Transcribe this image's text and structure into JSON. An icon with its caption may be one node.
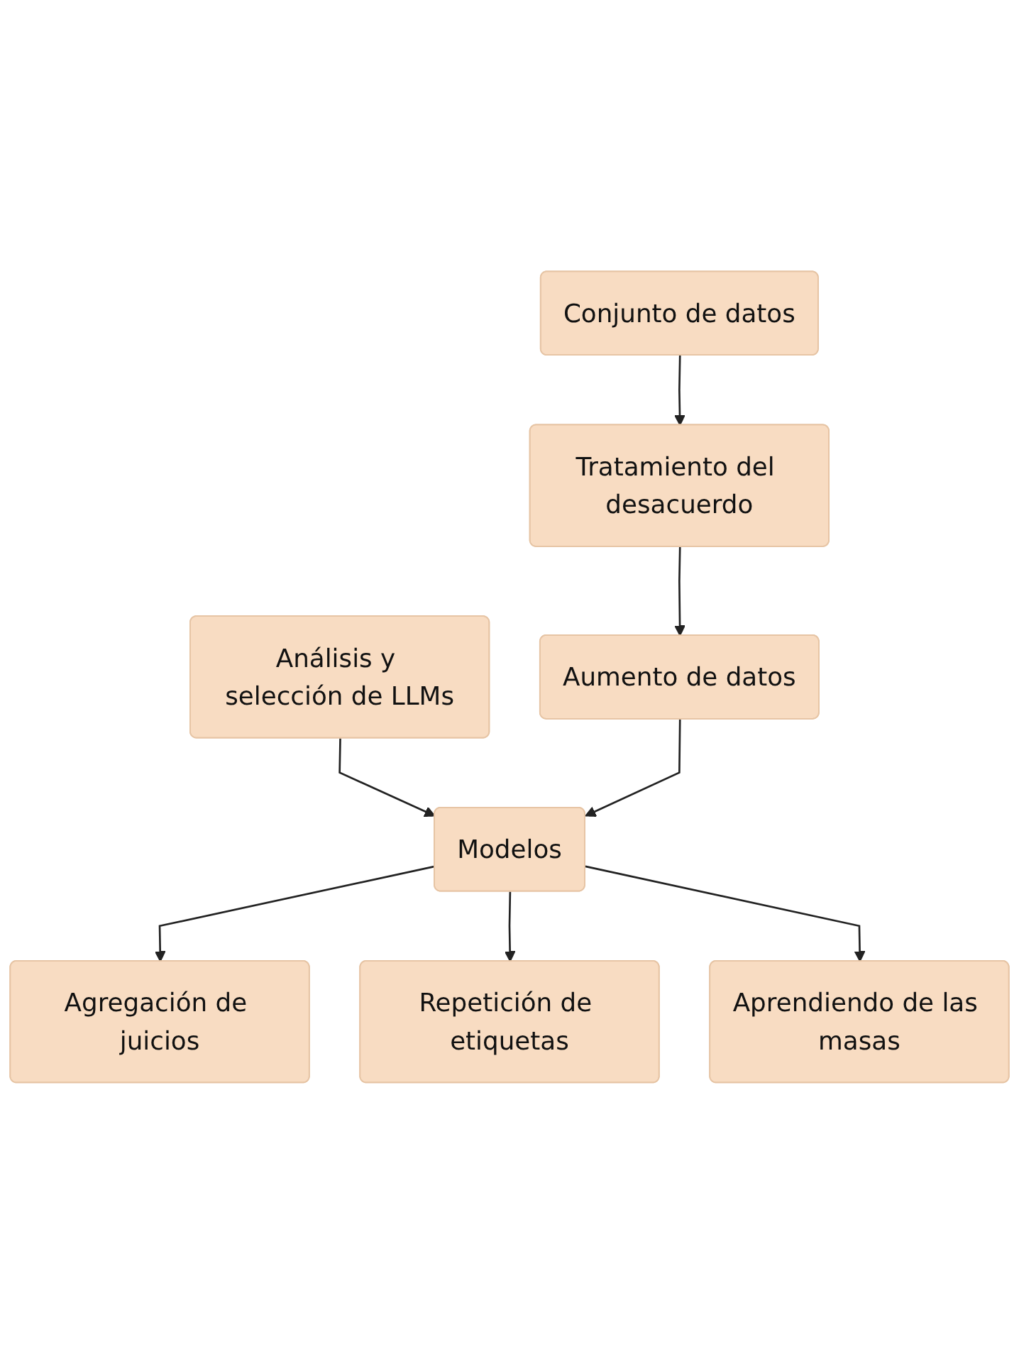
{
  "diagram": {
    "nodes": [
      {
        "text": [
          "Análisis y selección de LLMs"
        ]
      },
      {
        "text": [
          "Conjunto de datos"
        ]
      },
      {
        "text": [
          "Tratamiento del desacuerdo"
        ]
      },
      {
        "text": [
          "Aumento de datos"
        ]
      },
      {
        "text": [
          "Modelos"
        ]
      },
      {
        "text": [
          "Agregación de juicios"
        ]
      },
      {
        "text": [
          "Repetición de etiquetas"
        ]
      },
      {
        "text": [
          "Aprendiendo de las masas"
        ]
      }
    ],
    "edges": [
      {
        "from": 1,
        "to": 2,
        "arrow": "to"
      },
      {
        "from": 2,
        "to": 3,
        "arrow": "to"
      },
      {
        "from": 0,
        "to": 4,
        "arrow": "to"
      },
      {
        "from": 3,
        "to": 4,
        "arrow": "to"
      },
      {
        "from": 4,
        "to": 5,
        "arrow": "to"
      },
      {
        "from": 4,
        "to": 6,
        "arrow": "to"
      },
      {
        "from": 4,
        "to": 7,
        "arrow": "to"
      }
    ]
  }
}
